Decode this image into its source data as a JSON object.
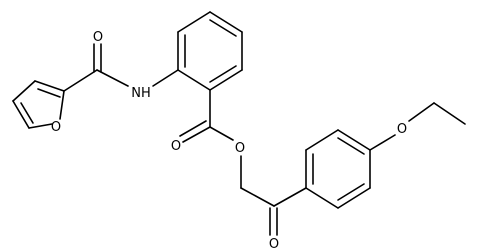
{
  "diagram": {
    "type": "chemical-structure",
    "atoms": {
      "O_furan": "O",
      "O_amide": "O",
      "N_amide": "NH",
      "O_ester_carbonyl": "O",
      "O_ester": "O",
      "O_ketone": "O",
      "O_ether": "O"
    }
  }
}
